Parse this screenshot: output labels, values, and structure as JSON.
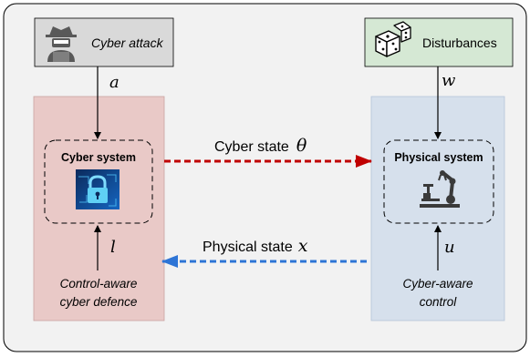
{
  "attack_box": {
    "label": "Cyber attack",
    "icon": "hacker-icon",
    "fill": "#d9d9d9"
  },
  "disturbance_box": {
    "label": "Disturbances",
    "icon": "dice-icon",
    "fill": "#d5e8d4"
  },
  "cyber_panel": {
    "fill": "#e9c9c7",
    "inner_title": "Cyber system",
    "icon": "lock-icon",
    "input_top": "a",
    "input_bottom": "l",
    "caption_line1": "Control-aware",
    "caption_line2": "cyber defence"
  },
  "physical_panel": {
    "fill": "#d6e0ec",
    "inner_title": "Physical system",
    "icon": "robot-arm-icon",
    "input_top": "w",
    "input_bottom": "u",
    "caption_line1": "Cyber-aware",
    "caption_line2": "control"
  },
  "cyber_state_arrow": {
    "label": "Cyber state",
    "symbol": "θ",
    "color": "#c00000"
  },
  "physical_state_arrow": {
    "label": "Physical state",
    "symbol": "x",
    "color": "#2e75d6"
  }
}
